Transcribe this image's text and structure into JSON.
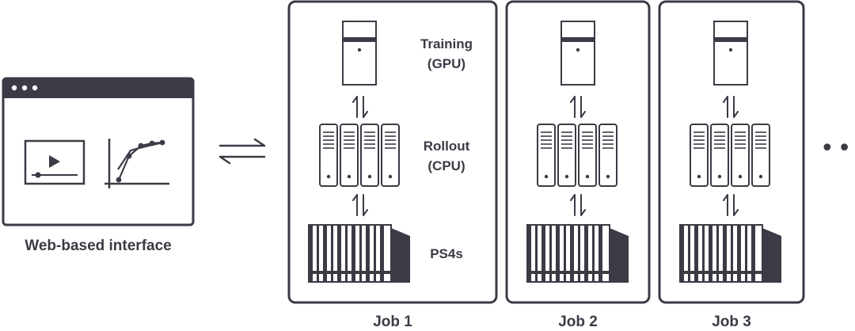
{
  "interface_label": "Web-based interface",
  "labels": {
    "training": "Training\n(GPU)",
    "rollout": "Rollout\n(CPU)",
    "ps4s": "PS4s"
  },
  "jobs": [
    "Job 1",
    "Job 2",
    "Job 3"
  ],
  "more_indicator": "•••",
  "icons": {
    "exchange": "left-right-arrows-icon",
    "vertical_exchange": "up-down-arrows-icon",
    "training": "server-tower-icon",
    "rollout": "server-rack-icon",
    "ps4": "console-cluster-icon"
  },
  "colors": {
    "ink": "#3b3b46",
    "background": "#ffffff"
  }
}
